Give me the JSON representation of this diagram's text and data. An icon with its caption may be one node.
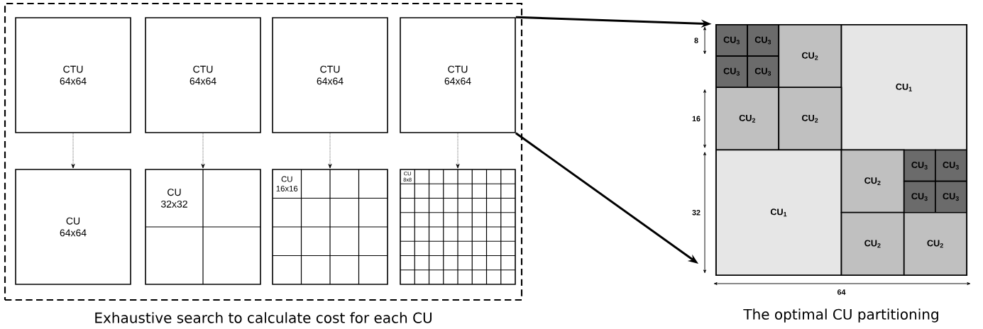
{
  "diagram": {
    "nodes": [
      {
        "text": [],
        "shape": "box",
        "beside": [
          "Exhaustive search to calculate cost for each CU"
        ]
      },
      {
        "text": [
          "CTU 64x64"
        ],
        "in": 0
      },
      {
        "text": [
          "CTU 64x64"
        ],
        "in": 0
      },
      {
        "text": [
          "CTU 64x64"
        ],
        "in": 0
      },
      {
        "text": [
          "CTU 64x64"
        ],
        "in": 0
      },
      {
        "text": [
          "CU 64x64"
        ],
        "in": 0
      },
      {
        "text": [
          "CU 32x32"
        ],
        "in": 0
      },
      {
        "text": [
          "CU 16x16"
        ],
        "in": 0
      },
      {
        "text": [
          "CU 8x8"
        ],
        "in": 0
      },
      {
        "text": [],
        "shape": "box",
        "beside": [
          "The optimal CU partitioning"
        ]
      },
      {
        "text": [
          "CU$_{3}$"
        ],
        "in": 9
      },
      {
        "text": [
          "CU$_{3}$"
        ],
        "in": 9
      },
      {
        "text": [
          "CU$_{3}$"
        ],
        "in": 9
      },
      {
        "text": [
          "CU$_{3}$"
        ],
        "in": 9
      },
      {
        "text": [
          "CU$_{2}$"
        ],
        "in": 9
      },
      {
        "text": [
          "CU$_{1}$"
        ],
        "in": 9
      },
      {
        "text": [
          "CU$_{2}$"
        ],
        "in": 9
      },
      {
        "text": [
          "CU$_{2}$"
        ],
        "in": 9
      },
      {
        "text": [
          "CU$_{1}$"
        ],
        "in": 9
      },
      {
        "text": [
          "CU$_{2}$"
        ],
        "in": 9
      },
      {
        "text": [
          "CU$_{3}$"
        ],
        "in": 9
      },
      {
        "text": [
          "CU$_{3}$"
        ],
        "in": 9
      },
      {
        "text": [
          "CU$_{3}$"
        ],
        "in": 9
      },
      {
        "text": [
          "CU$_{3}$"
        ],
        "in": 9
      },
      {
        "text": [
          "CU$_{2}$"
        ],
        "in": 9
      },
      {
        "text": [
          "CU$_{2}$"
        ],
        "in": 9
      }
    ],
    "edges": [
      {
        "from": 1,
        "to": 5,
        "arrow": "to",
        "style": "dashed"
      },
      {
        "from": 2,
        "to": 6,
        "arrow": "to",
        "style": "dashed"
      },
      {
        "from": 3,
        "to": 7,
        "arrow": "to",
        "style": "dashed"
      },
      {
        "from": 4,
        "to": 8,
        "arrow": "to",
        "style": "dashed"
      },
      {
        "from": 4,
        "to": 9,
        "arrow": "to",
        "style": "thick"
      },
      {
        "from": 4,
        "to": 9,
        "arrow": "to",
        "style": "thick"
      }
    ],
    "labels": [
      "8",
      "16",
      "32",
      "64"
    ]
  }
}
